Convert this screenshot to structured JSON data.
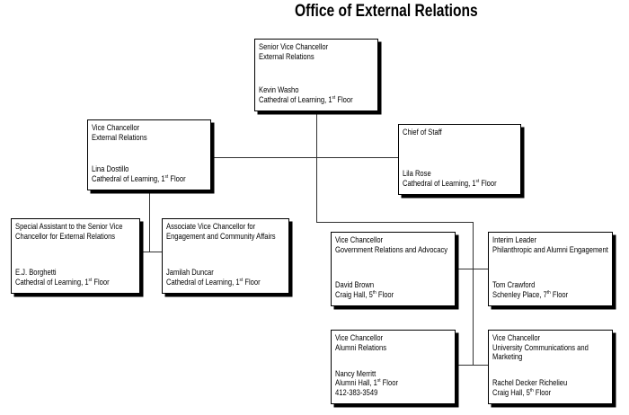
{
  "title": "Office of External Relations",
  "boxes": [
    {
      "id": "senior-vice-chancellor",
      "role_lines": [
        "Senior Vice Chancellor",
        "External Relations"
      ],
      "person": "Kevin Washo",
      "loc_pre": "Cathedral of Learning, 1",
      "loc_sup": "st",
      "loc_post": " Floor"
    },
    {
      "id": "vice-chancellor-external-relations",
      "role_lines": [
        "Vice Chancellor",
        "External Relations"
      ],
      "person": "Lina Dostillo",
      "loc_pre": "Cathedral of Learning, 1",
      "loc_sup": "st",
      "loc_post": " Floor"
    },
    {
      "id": "chief-of-staff",
      "role_lines": [
        "Chief of Staff"
      ],
      "person": "Lila Rose",
      "loc_pre": "Cathedral of Learning, 1",
      "loc_sup": "st",
      "loc_post": " Floor"
    },
    {
      "id": "special-assistant",
      "role_lines": [
        "Special Assistant to the Senior Vice",
        "Chancellor for External Relations"
      ],
      "person": "E.J. Borghetti",
      "loc_pre": "Cathedral of Learning, 1",
      "loc_sup": "st",
      "loc_post": " Floor"
    },
    {
      "id": "associate-vice-chancellor-engagement",
      "role_lines": [
        "Associate Vice Chancellor for",
        "Engagement and Community Affairs"
      ],
      "person": "Jamilah Duncar",
      "loc_pre": "Cathedral of Learning, 1",
      "loc_sup": "st",
      "loc_post": " Floor"
    },
    {
      "id": "vice-chancellor-government-relations",
      "role_lines": [
        "Vice Chancellor",
        "Government Relations and Advocacy"
      ],
      "person": "David Brown",
      "loc_pre": "Craig Hall, 5",
      "loc_sup": "th",
      "loc_post": " Floor"
    },
    {
      "id": "interim-leader-philanthropic",
      "role_lines": [
        "Interim Leader",
        "Philanthropic and Alumni Engagement"
      ],
      "person": "Tom Crawford",
      "loc_pre": "Schenley Place, 7",
      "loc_sup": "th",
      "loc_post": " Floor"
    },
    {
      "id": "vice-chancellor-alumni-relations",
      "role_lines": [
        "Vice Chancellor",
        "Alumni Relations"
      ],
      "person": "Nancy Merritt",
      "loc_pre": "Alumni Hall, 1",
      "loc_sup": "st",
      "loc_post": " Floor",
      "phone": "412-383-3549"
    },
    {
      "id": "vice-chancellor-university-communications",
      "role_lines": [
        "Vice Chancellor",
        "University Communications and",
        "Marketing"
      ],
      "person": "Rachel Decker Richelieu",
      "loc_pre": "Craig Hall, 5",
      "loc_sup": "th",
      "loc_post": " Floor"
    }
  ]
}
